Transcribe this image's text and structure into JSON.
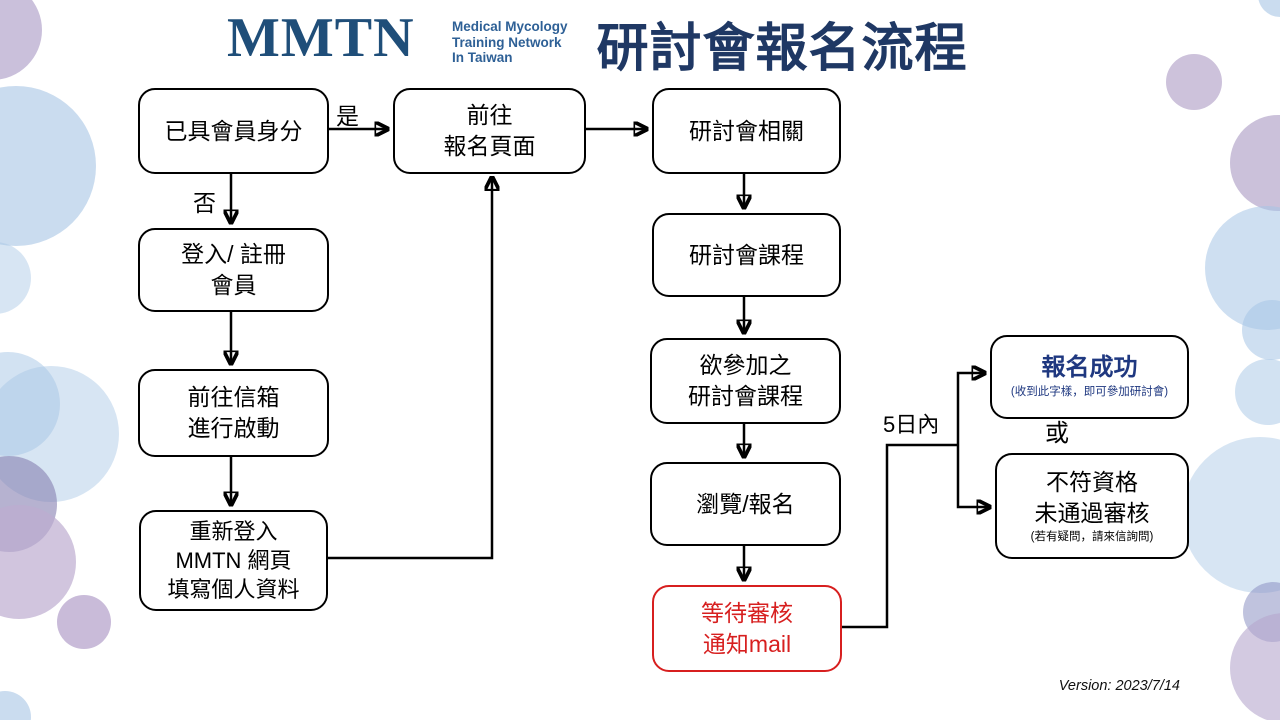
{
  "header": {
    "logo": "MMTN",
    "tagline": [
      "Medical Mycology",
      "Training Network",
      "In Taiwan"
    ],
    "title": "研討會報名流程"
  },
  "flow": {
    "nodes": {
      "member": {
        "lines": [
          "已具會員身分"
        ]
      },
      "login": {
        "lines": [
          "登入/ 註冊",
          "會員"
        ]
      },
      "mailbox": {
        "lines": [
          "前往信箱",
          "進行啟動"
        ]
      },
      "relogin": {
        "lines": [
          "重新登入",
          "MMTN 網頁",
          "填寫個人資料"
        ]
      },
      "goto_registration": {
        "lines": [
          "前往",
          "報名頁面"
        ]
      },
      "seminar_related": {
        "lines": [
          "研討會相關"
        ]
      },
      "seminar_course": {
        "lines": [
          "研討會課程"
        ]
      },
      "desired_course": {
        "lines": [
          "欲參加之",
          "研討會課程"
        ]
      },
      "browse_register": {
        "lines": [
          "瀏覽/報名"
        ]
      },
      "wait_review": {
        "lines": [
          "等待審核",
          "通知mail"
        ]
      },
      "success": {
        "title": "報名成功",
        "note": "(收到此字樣，即可參加研討會)"
      },
      "rejected": {
        "lines": [
          "不符資格",
          "未通過審核"
        ],
        "note": "(若有疑問，請來信詢問)"
      }
    },
    "labels": {
      "yes": "是",
      "no": "否",
      "within_days": "5日內",
      "or": "或"
    }
  },
  "footer": {
    "version": "Version: 2023/7/14"
  },
  "colors": {
    "brand_navy": "#1f3864",
    "logo_blue": "#1f4e79",
    "alert_red": "#d71f1f",
    "circle_blue": "#a6c5e5",
    "circle_purple": "#9e8cbe"
  }
}
